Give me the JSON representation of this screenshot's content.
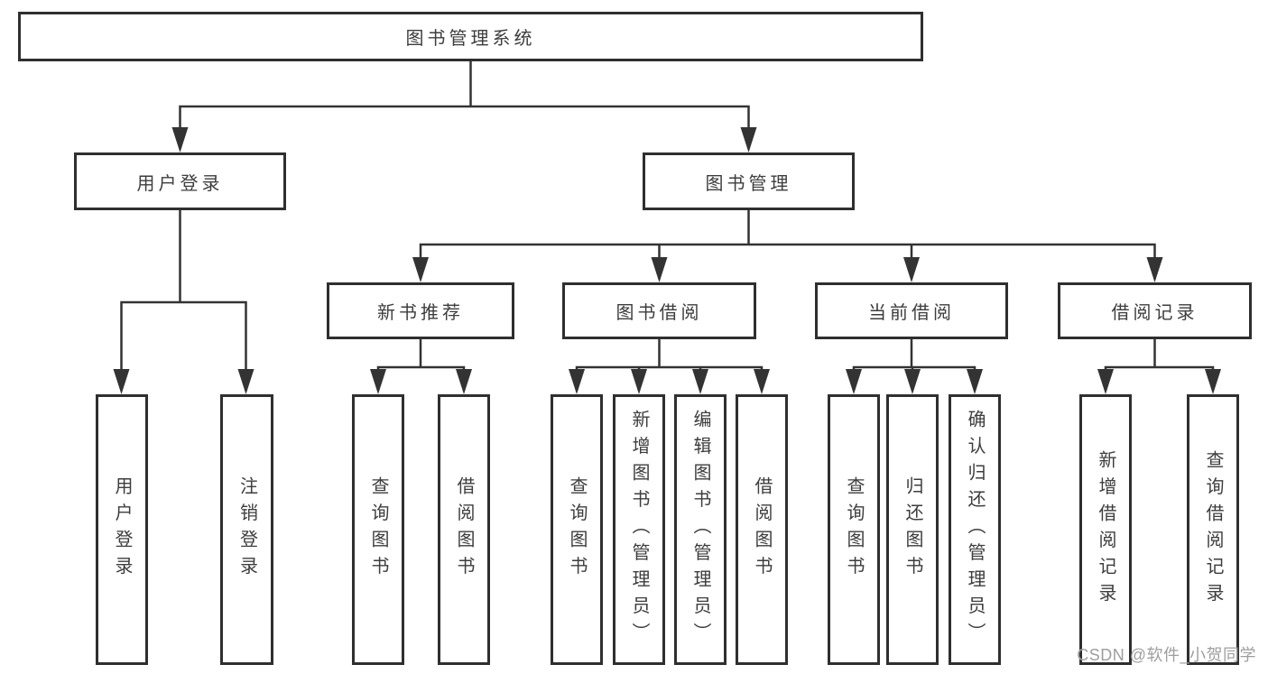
{
  "diagram": {
    "root": {
      "label": "图书管理系统",
      "children": [
        {
          "label": "用户登录",
          "children": [
            {
              "label": "用户登录"
            },
            {
              "label": "注销登录"
            }
          ]
        },
        {
          "label": "图书管理",
          "children": [
            {
              "label": "新书推荐",
              "children": [
                {
                  "label": "查询图书"
                },
                {
                  "label": "借阅图书"
                }
              ]
            },
            {
              "label": "图书借阅",
              "children": [
                {
                  "label": "查询图书"
                },
                {
                  "label": "新增图书（管理员）"
                },
                {
                  "label": "编辑图书（管理员）"
                },
                {
                  "label": "借阅图书"
                }
              ]
            },
            {
              "label": "当前借阅",
              "children": [
                {
                  "label": "查询图书"
                },
                {
                  "label": "归还图书"
                },
                {
                  "label": "确认归还（管理员）"
                }
              ]
            },
            {
              "label": "借阅记录",
              "children": [
                {
                  "label": "新增借阅记录"
                },
                {
                  "label": "查询借阅记录"
                }
              ]
            }
          ]
        }
      ]
    }
  },
  "watermark": {
    "text": "CSDN @软件_小贺同学"
  },
  "colors": {
    "line": "#333333",
    "box_border": "#2f2f2f",
    "text": "#3d3d3d",
    "watermark": "#9e9e9e",
    "background": "#ffffff"
  }
}
